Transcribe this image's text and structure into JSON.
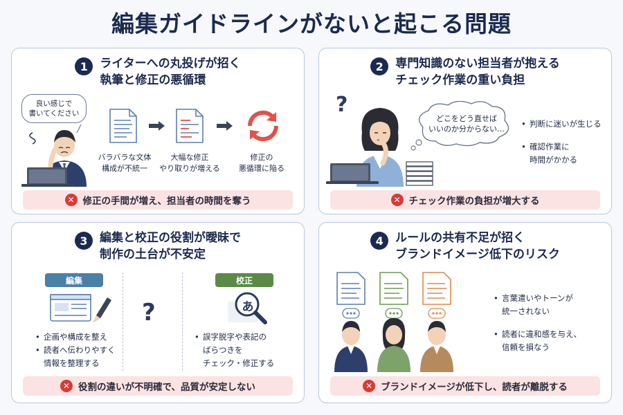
{
  "title": "編集ガイドラインがないと起こる問題",
  "panels": [
    {
      "num": "1",
      "title_lines": [
        "ライターへの丸投げが招く",
        "執筆と修正の悪循環"
      ],
      "bubble_lines": [
        "良い感じで",
        "書いてください"
      ],
      "steps": [
        {
          "lines": [
            "バラバラな文体",
            "構成が不統一"
          ]
        },
        {
          "lines": [
            "大幅な修正",
            "やり取りが増える"
          ]
        },
        {
          "lines": [
            "修正の",
            "悪循環に陥る"
          ]
        }
      ],
      "result": "修正の手間が増え、担当者の時間を奪う"
    },
    {
      "num": "2",
      "title_lines": [
        "専門知識のない担当者が抱える",
        "チェック作業の重い負担"
      ],
      "question": "?",
      "bubble_lines": [
        "どこをどう直せば",
        "いいのか分からない…"
      ],
      "bullets": [
        {
          "lines": [
            "判断に迷いが生じる"
          ]
        },
        {
          "lines": [
            "確認作業に",
            "時間がかかる"
          ]
        }
      ],
      "result": "チェック作業の負担が増大する"
    },
    {
      "num": "3",
      "title_lines": [
        "編集と校正の役割が曖昧で",
        "制作の土台が不安定"
      ],
      "left_tag": "編集",
      "right_tag": "校正",
      "question": "?",
      "proof_glyph": "あ",
      "left_bullets": [
        {
          "lines": [
            "企画や構成を整え"
          ]
        },
        {
          "lines": [
            "読者へ伝わりやすく",
            "情報を整理する"
          ]
        }
      ],
      "right_bullets": [
        {
          "lines": [
            "誤字脱字や表記の",
            "ばらつきを",
            "チェック・修正する"
          ]
        }
      ],
      "result": "役割の違いが不明確で、品質が安定しない"
    },
    {
      "num": "4",
      "title_lines": [
        "ルールの共有不足が招く",
        "ブランドイメージ低下のリスク"
      ],
      "bullets": [
        {
          "lines": [
            "言葉遣いやトーンが",
            "統一されない"
          ]
        },
        {
          "lines": [
            "読者に違和感を与え、",
            "信頼を損なう"
          ]
        }
      ],
      "result": "ブランドイメージが低下し、読者が離脱する"
    }
  ],
  "colors": {
    "navy": "#1b2a4e",
    "alert_bg": "#fbe3e3",
    "alert_icon": "#d93a3a",
    "edit_tag": "#4a7fa8",
    "proof_tag": "#5a8a45",
    "doc_blue": "#5b7fb0",
    "doc_green": "#6c9a52",
    "doc_orange": "#e0894a",
    "cycle_red": "#e0524a"
  },
  "icons": [
    "bullet-dot-icon",
    "x-mark-icon",
    "arrow-right-icon",
    "cycle-arrows-icon",
    "document-icon",
    "pencil-icon",
    "magnifier-icon",
    "speech-bubble-icon",
    "laptop-icon",
    "book-stack-icon"
  ]
}
